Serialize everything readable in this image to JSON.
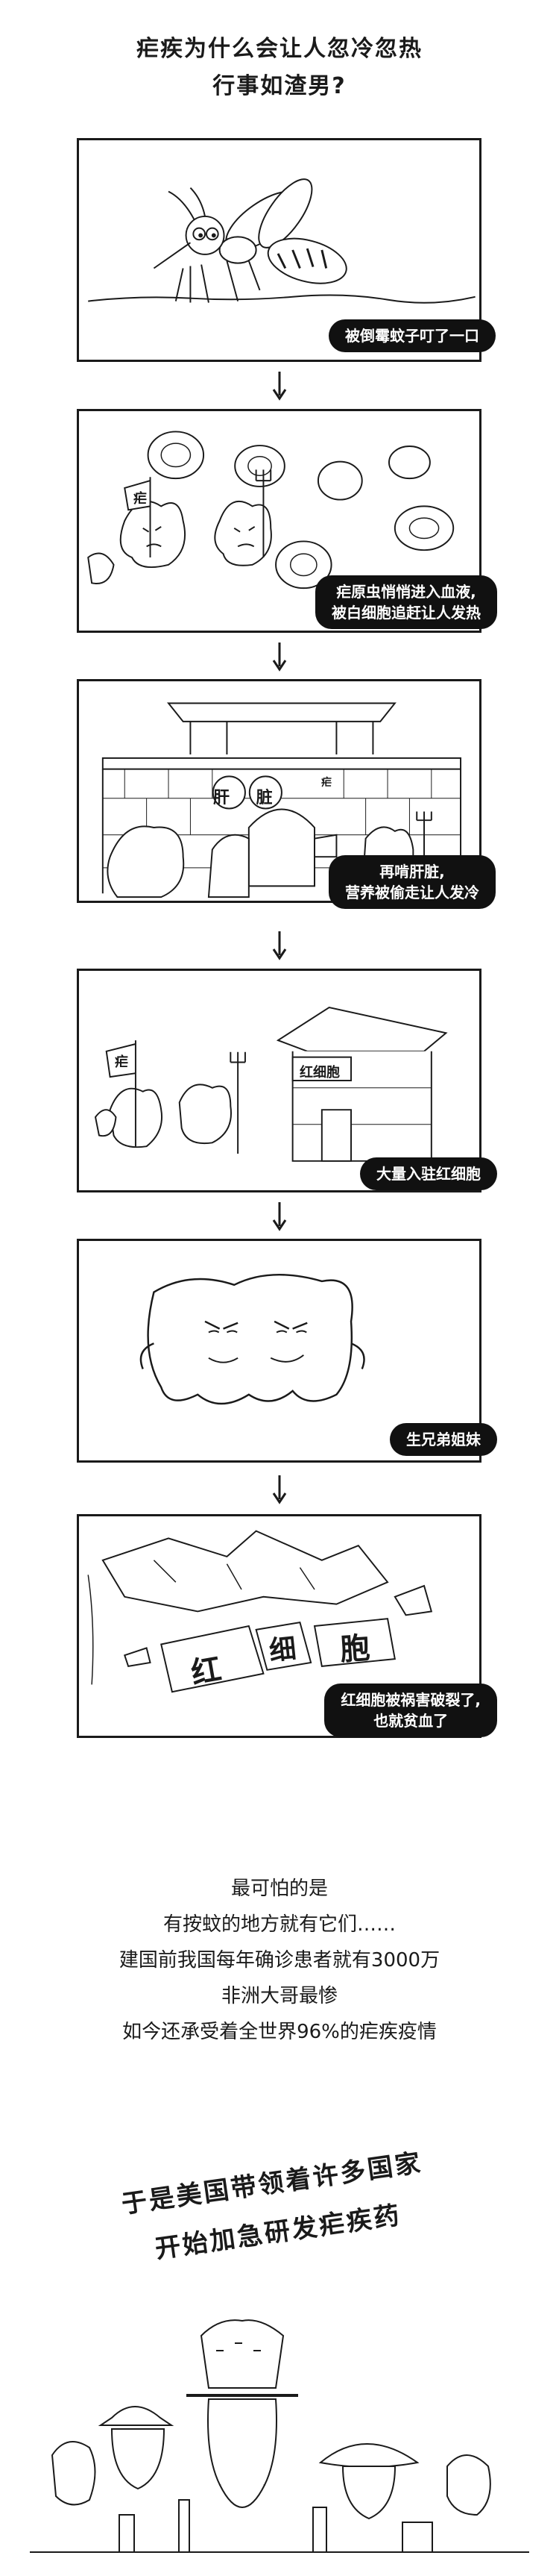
{
  "title_lines": [
    "疟疾为什么会让人忽冷忽热",
    "行事如渣男?"
  ],
  "panels": [
    {
      "caption": "被倒霉蚊子叮了一口"
    },
    {
      "caption": "疟原虫悄悄进入血液,\n被白细胞追赶让人发热",
      "flag_text": "疟"
    },
    {
      "caption": "再啃肝脏,\n营养被偷走让人发冷",
      "sign_text": "肝 脏",
      "flag_text": "疟"
    },
    {
      "caption": "大量入驻红细胞",
      "flag_text": "疟",
      "sign_text": "红细胞"
    },
    {
      "caption": "生兄弟姐妹"
    },
    {
      "caption": "红细胞被祸害破裂了,\n也就贫血了",
      "broken_chars": [
        "红",
        "细",
        "胞"
      ]
    }
  ],
  "body_lines": [
    "最可怕的是",
    "有按蚊的地方就有它们……",
    "建国前我国每年确诊患者就有3000万",
    "非洲大哥最惨",
    "如今还承受着全世界96%的疟疾疫情"
  ],
  "slogan_lines": [
    "于是美国带领着许多国家",
    "开始加急研发疟疾药"
  ],
  "colors": {
    "ink": "#1a1a1a",
    "caption_bg": "#111111",
    "caption_fg": "#ffffff"
  }
}
